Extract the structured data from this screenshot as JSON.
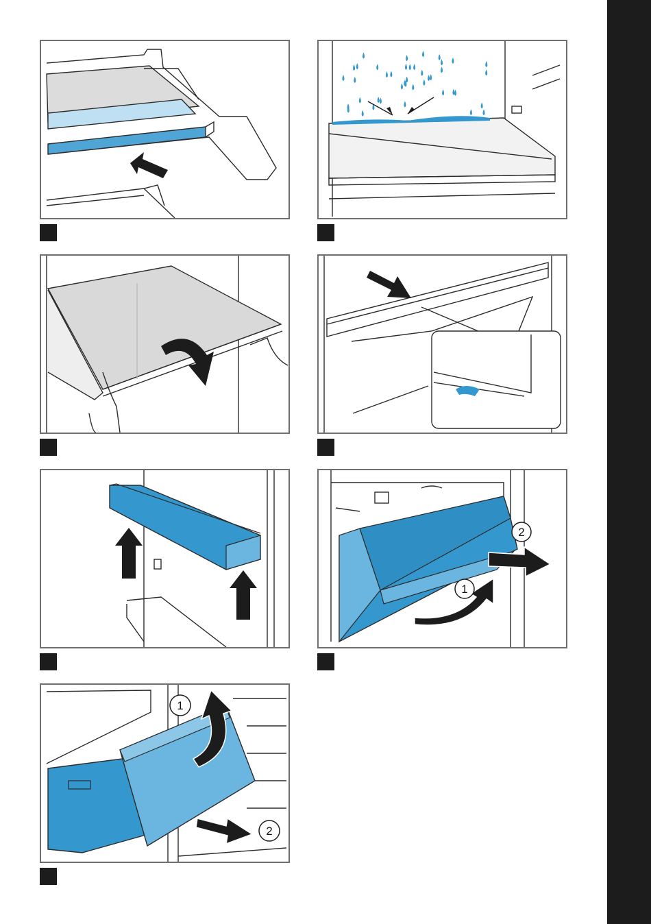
{
  "colors": {
    "line": "#2b2b2b",
    "glass": "#d9d9d9",
    "blue": "#3498cf",
    "light_blue": "#6ab6e0",
    "pale_blue": "#bfe0f2",
    "marker": "#1c1c1c",
    "sidebar": "#1c1c1c"
  },
  "figures": [
    {
      "id": "fig-1",
      "subject": "shelf-insert-slide-in"
    },
    {
      "id": "fig-2",
      "subject": "condensation-drops-rear-wall",
      "drops": 42
    },
    {
      "id": "fig-3",
      "subject": "glass-shelf-tilt-out"
    },
    {
      "id": "fig-4",
      "subject": "shelf-trim-removal-detail"
    },
    {
      "id": "fig-5",
      "subject": "door-rack-lift-out"
    },
    {
      "id": "fig-6",
      "subject": "vegetable-drawer-removal",
      "step_labels": [
        "1",
        "2"
      ]
    },
    {
      "id": "fig-7",
      "subject": "freezer-drawer-removal",
      "step_labels": [
        "1",
        "2"
      ]
    }
  ]
}
